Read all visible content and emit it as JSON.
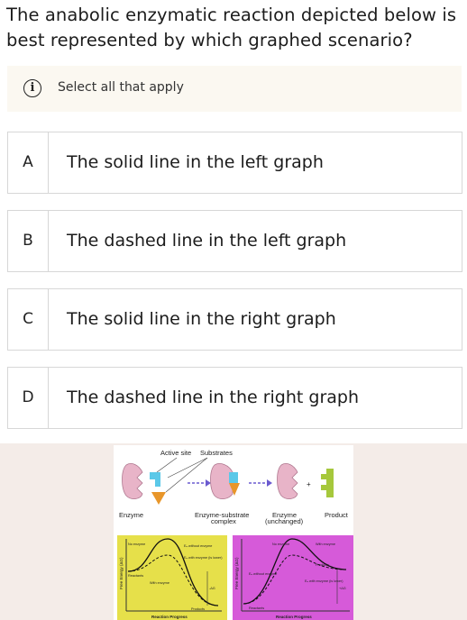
{
  "question": {
    "text": "The anabolic enzymatic reaction depicted below is best represented by which graphed scenario?"
  },
  "hint": {
    "icon": "info-icon",
    "text": "Select all that apply"
  },
  "options": [
    {
      "letter": "A",
      "text": "The solid line in the left graph"
    },
    {
      "letter": "B",
      "text": "The dashed line in the left graph"
    },
    {
      "letter": "C",
      "text": "The solid line in the right graph"
    },
    {
      "letter": "D",
      "text": "The dashed line in the right graph"
    }
  ],
  "figure": {
    "labels": {
      "active_site": "Active site",
      "substrates": "Substrates",
      "enzyme": "Enzyme",
      "complex_line1": "Enzyme-substrate",
      "complex_line2": "complex",
      "enzyme_unchanged_line1": "Enzyme",
      "enzyme_unchanged_line2": "(unchanged)",
      "product": "Product"
    },
    "left_graph": {
      "ylabel": "Free Energy (ΔG)",
      "xlabel": "Reaction Progress",
      "no_enzyme": "No enzyme",
      "ea_without": "Eₐ without enzyme",
      "ea_with": "Eₐ with enzyme (is lower)",
      "reactants": "Reactants",
      "with_enzyme": "With enzyme",
      "dg": "-ΔG",
      "products": "Products",
      "background": "#e6e04a"
    },
    "right_graph": {
      "ylabel": "Free Energy (ΔG)",
      "xlabel": "Reaction Progress",
      "no_enzyme": "No enzyme",
      "with_enzyme": "With enzyme",
      "ea_without": "Eₐ without enzyme",
      "ea_with": "Eₐ with enzyme (is lower)",
      "products": "Products",
      "reactants": "Reactants",
      "dg": "+ΔG",
      "background": "#d65ad9"
    },
    "colors": {
      "enzyme": "#e8b4c8",
      "substrate_blue": "#5bc8e8",
      "substrate_orange": "#e8962a",
      "product_green": "#a6c83c",
      "arrow": "#6b5bd0"
    }
  }
}
